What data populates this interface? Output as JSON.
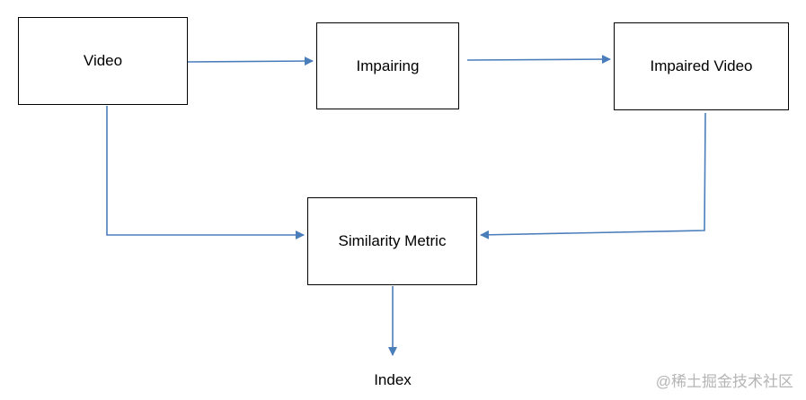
{
  "diagram": {
    "nodes": {
      "video": "Video",
      "impairing": "Impairing",
      "impaired_video": "Impaired Video",
      "similarity_metric": "Similarity Metric"
    },
    "output_label": "Index",
    "edges": [
      {
        "from": "video",
        "to": "impairing"
      },
      {
        "from": "impairing",
        "to": "impaired_video"
      },
      {
        "from": "video",
        "to": "similarity_metric"
      },
      {
        "from": "impaired_video",
        "to": "similarity_metric"
      },
      {
        "from": "similarity_metric",
        "to": "index"
      }
    ],
    "edge_color": "#4a7ebb"
  },
  "watermark": "@稀土掘金技术社区"
}
